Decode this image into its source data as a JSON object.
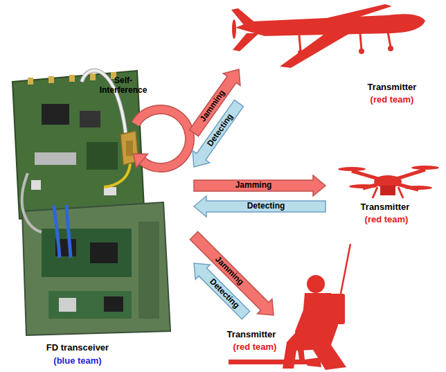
{
  "diagram": {
    "nodes": [
      {
        "text": [
          "FD transceiver",
          "(blue team)"
        ]
      },
      {
        "text": [
          "Transmitter",
          "(red team)"
        ]
      },
      {
        "text": [
          "Transmitter",
          "(red team)"
        ]
      },
      {
        "text": [
          "Transmitter",
          "(red team)"
        ]
      }
    ],
    "edges": [
      {
        "from": 0,
        "to": 1,
        "label": "Jamming",
        "arrow": "to"
      },
      {
        "from": 1,
        "to": 0,
        "label": "Detecting",
        "arrow": "to"
      },
      {
        "from": 0,
        "to": 2,
        "label": "Jamming",
        "arrow": "to"
      },
      {
        "from": 2,
        "to": 0,
        "label": "Detecting",
        "arrow": "to"
      },
      {
        "from": 0,
        "to": 3,
        "label": "Jamming",
        "arrow": "to"
      },
      {
        "from": 3,
        "to": 0,
        "label": "Detecting",
        "arrow": "to"
      }
    ],
    "labels": [
      "Self-Interference"
    ]
  }
}
